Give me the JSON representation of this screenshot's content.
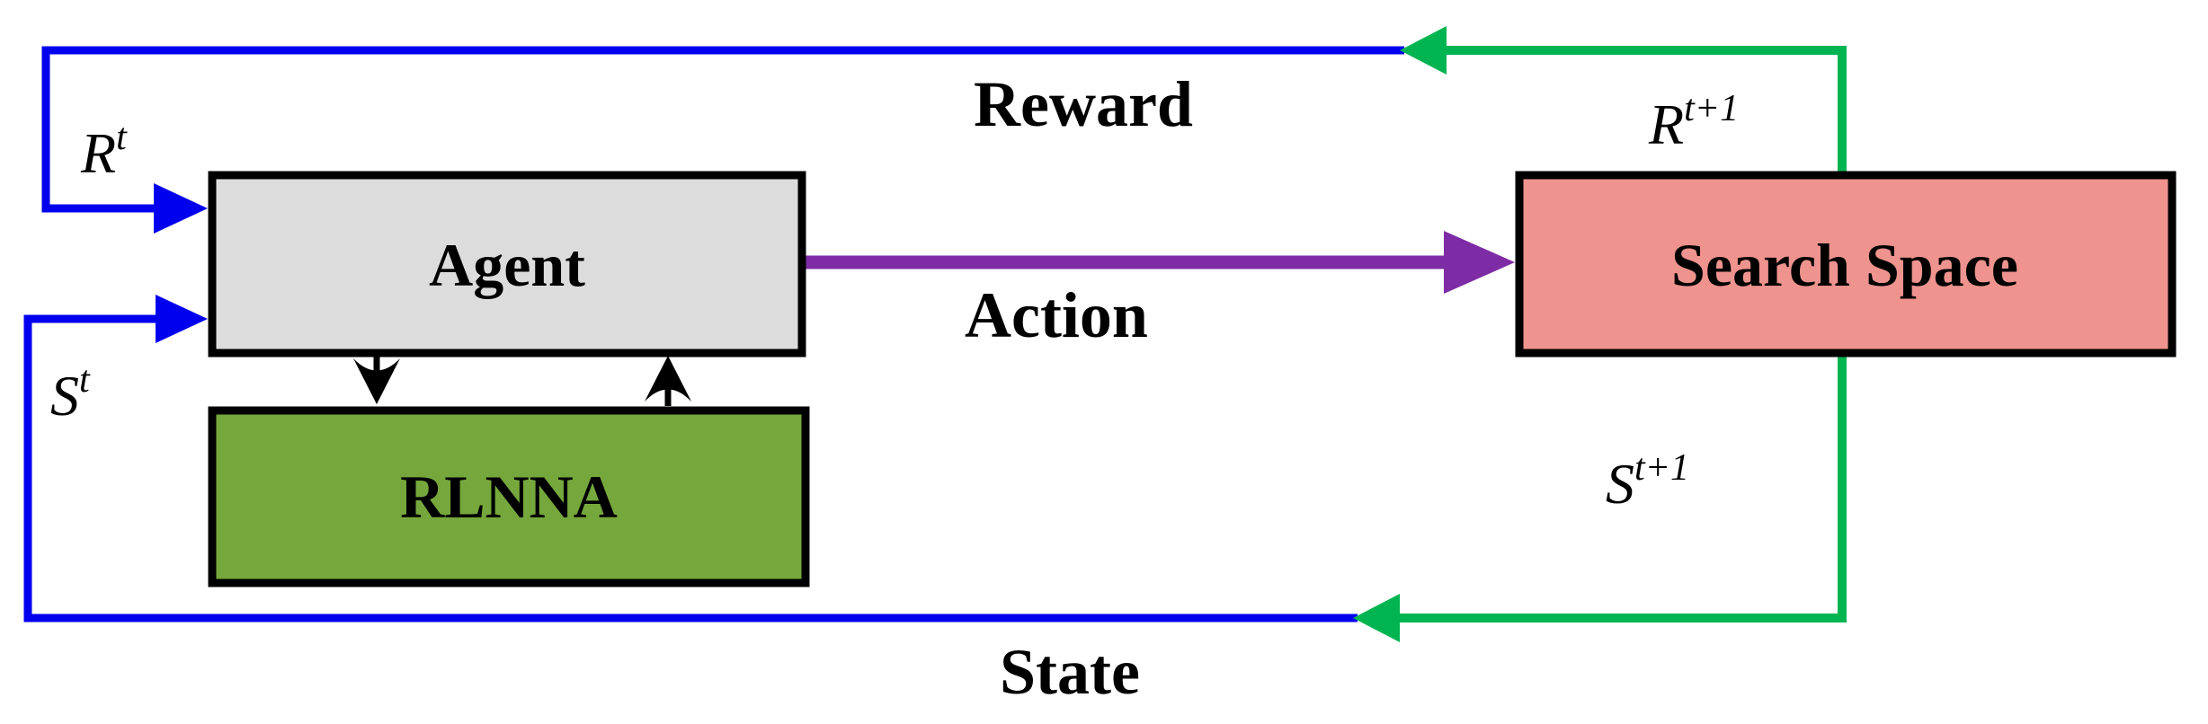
{
  "diagram": {
    "nodes": {
      "agent": {
        "label": "Agent"
      },
      "rlnna": {
        "label": "RLNNA"
      },
      "search_space": {
        "label": "Search Space"
      }
    },
    "edge_labels": {
      "reward": "Reward",
      "action": "Action",
      "state": "State"
    },
    "math_labels": {
      "reward_t": {
        "base": "R",
        "sup": "t"
      },
      "state_t": {
        "base": "S",
        "sup": "t"
      },
      "reward_t_plus": {
        "base": "R",
        "sup": "t+1"
      },
      "state_t_plus": {
        "base": "S",
        "sup": "t+1"
      }
    },
    "colors": {
      "blue": "#0000EE",
      "green": "#00B551",
      "purple": "#7E2CA5",
      "black": "#000000",
      "agent_fill": "#DCDCDC",
      "rlnna_fill": "#76A73C",
      "search_fill": "#EE938E"
    }
  }
}
